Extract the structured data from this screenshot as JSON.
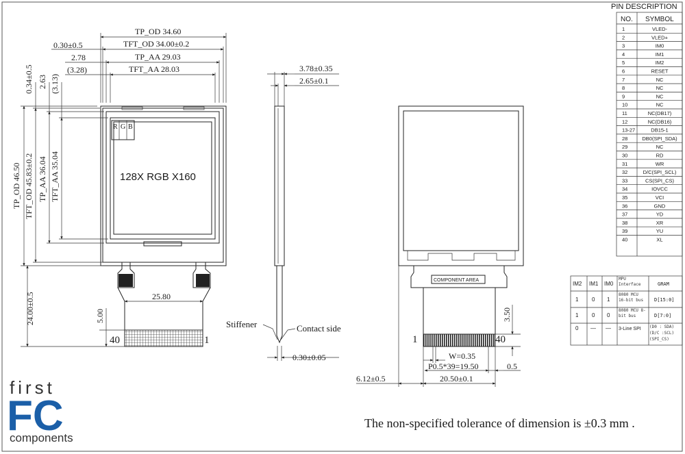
{
  "left_view": {
    "tp_od_w": "TP_OD 34.60",
    "tft_od_w": "TFT_OD 34.00±0.2",
    "tp_aa_w": "TP_AA 29.03",
    "tft_aa_w": "TFT_AA 28.03",
    "offset_tp": "0.30±0.5",
    "offset_tp_aa": "2.78",
    "offset_tft_aa": "(3.28)",
    "v_offset_1": "0.34±0.5",
    "v_offset_2": "2.63",
    "v_offset_3": "(3.13)",
    "tp_od_h": "TP_OD 46.50",
    "tft_od_h": "TFT_OD 45.83±0.2",
    "tp_aa_h": "TP_AA 36.04",
    "tft_aa_h": "TFT_AA 35.04",
    "rgb_r": "R",
    "rgb_g": "G",
    "rgb_b": "B",
    "resolution": "128X RGB X160",
    "fpc_width": "25.80",
    "fpc_gap": "5.00",
    "fpc_length": "24.00±0.5",
    "pin_first": "40",
    "pin_last": "1"
  },
  "side_view": {
    "thickness_total": "3.78±0.35",
    "thickness_panel": "2.65±0.1",
    "stiffener": "Stiffener",
    "contact_side": "Contact side",
    "fpc_thickness": "0.30±0.05"
  },
  "back_view": {
    "component_area": "COMPONENT AREA",
    "pin_first": "1",
    "pin_last": "40",
    "dim_350": "3.50",
    "pitch_w": "W=0.35",
    "pitch_total": "P0.5*39=19.50",
    "dim_05": "0.5",
    "offset": "6.12±0.5",
    "total_w": "20.50±0.1"
  },
  "pin_table": {
    "title": "PIN DESCRIPTION",
    "headers": [
      "NO.",
      "SYMBOL"
    ],
    "rows": [
      [
        "1",
        "VLED-"
      ],
      [
        "2",
        "VLED+"
      ],
      [
        "3",
        "IM0"
      ],
      [
        "4",
        "IM1"
      ],
      [
        "5",
        "IM2"
      ],
      [
        "6",
        "RESET"
      ],
      [
        "7",
        "NC"
      ],
      [
        "8",
        "NC"
      ],
      [
        "9",
        "NC"
      ],
      [
        "10",
        "NC"
      ],
      [
        "11",
        "NC(DB17)"
      ],
      [
        "12",
        "NC(DB16)"
      ],
      [
        "13-27",
        "DB15-1"
      ],
      [
        "28",
        "DB0(SPI_SDA)"
      ],
      [
        "29",
        "NC"
      ],
      [
        "30",
        "RD"
      ],
      [
        "31",
        "WR"
      ],
      [
        "32",
        "D/C(SPI_SCL)"
      ],
      [
        "33",
        "CS(SPI_CS)"
      ],
      [
        "34",
        "IOVCC"
      ],
      [
        "35",
        "VCI"
      ],
      [
        "36",
        "GND"
      ],
      [
        "37",
        "YD"
      ],
      [
        "38",
        "XR"
      ],
      [
        "39",
        "YU"
      ],
      [
        "40",
        "XL"
      ]
    ]
  },
  "mode_table": {
    "headers": [
      "IM2",
      "IM1",
      "IM0",
      "MPU Interface",
      "GRAM"
    ],
    "rows": [
      [
        "1",
        "0",
        "1",
        "8080 MCU 16-bit bus",
        "D[15:0]"
      ],
      [
        "1",
        "0",
        "0",
        "8080 MCU 8-bit bus",
        "D[7:0]"
      ],
      [
        "0",
        "—",
        "—",
        "3-Line SPI",
        "(D0 : SDA) (D/C :SCL) (SPI_CS)"
      ]
    ]
  },
  "logo": {
    "line1": "first",
    "line2": "FC",
    "line3": "components",
    "color": "#1b5fa8"
  },
  "note": "The non-specified tolerance of dimension is ±0.3 mm ."
}
